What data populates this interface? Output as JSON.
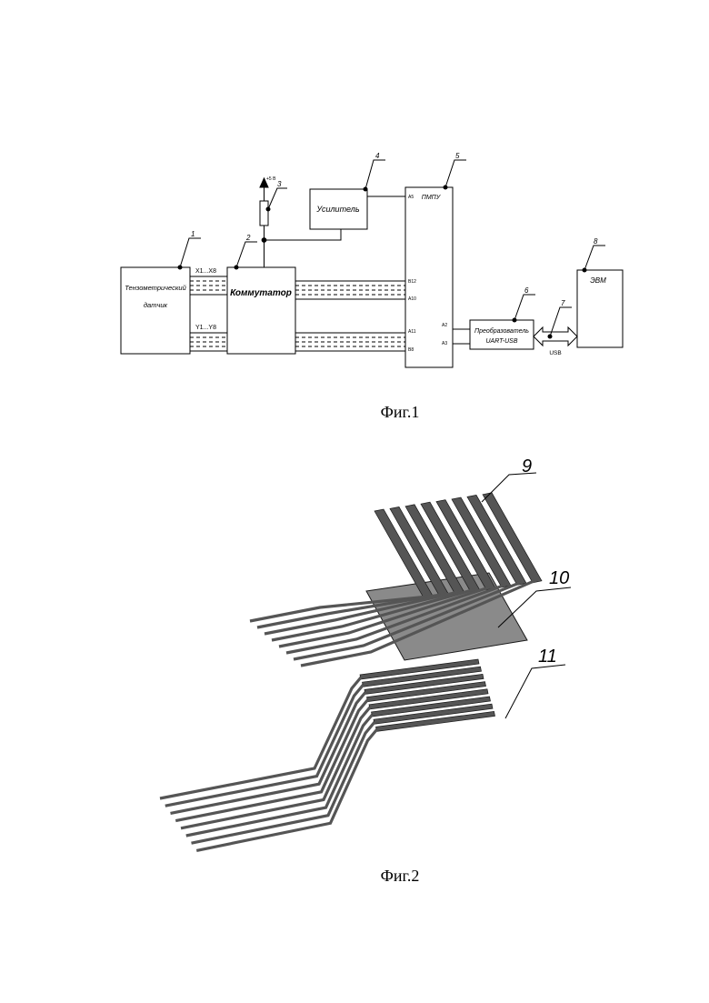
{
  "fig1": {
    "caption": "Фиг.1",
    "blocks": {
      "sensor_line1": "Тензометрический",
      "sensor_line2": "датчик",
      "commutator": "Коммутатор",
      "amplifier": "Усилитель",
      "adc": "ПМПУ",
      "converter_line1": "Преобразователь",
      "converter_line2": "UART-USB",
      "computer": "ЭВМ"
    },
    "numbers": [
      "1",
      "2",
      "3",
      "4",
      "5",
      "6",
      "7",
      "8"
    ],
    "bus_x": "X1...X8",
    "bus_y": "Y1...Y8",
    "supply": "+5 В",
    "usb": "USB",
    "pins": {
      "a5": "А5",
      "b12": "В12",
      "a10": "А10",
      "a11": "А11",
      "b8": "В8",
      "a2": "А2",
      "a3": "А3"
    }
  },
  "fig2": {
    "caption": "Фиг.2",
    "numbers": [
      "9",
      "10",
      "11"
    ],
    "colors": {
      "strip": "#555555",
      "substrate": "#8a8a8a",
      "outline": "#1a1a1a"
    }
  }
}
